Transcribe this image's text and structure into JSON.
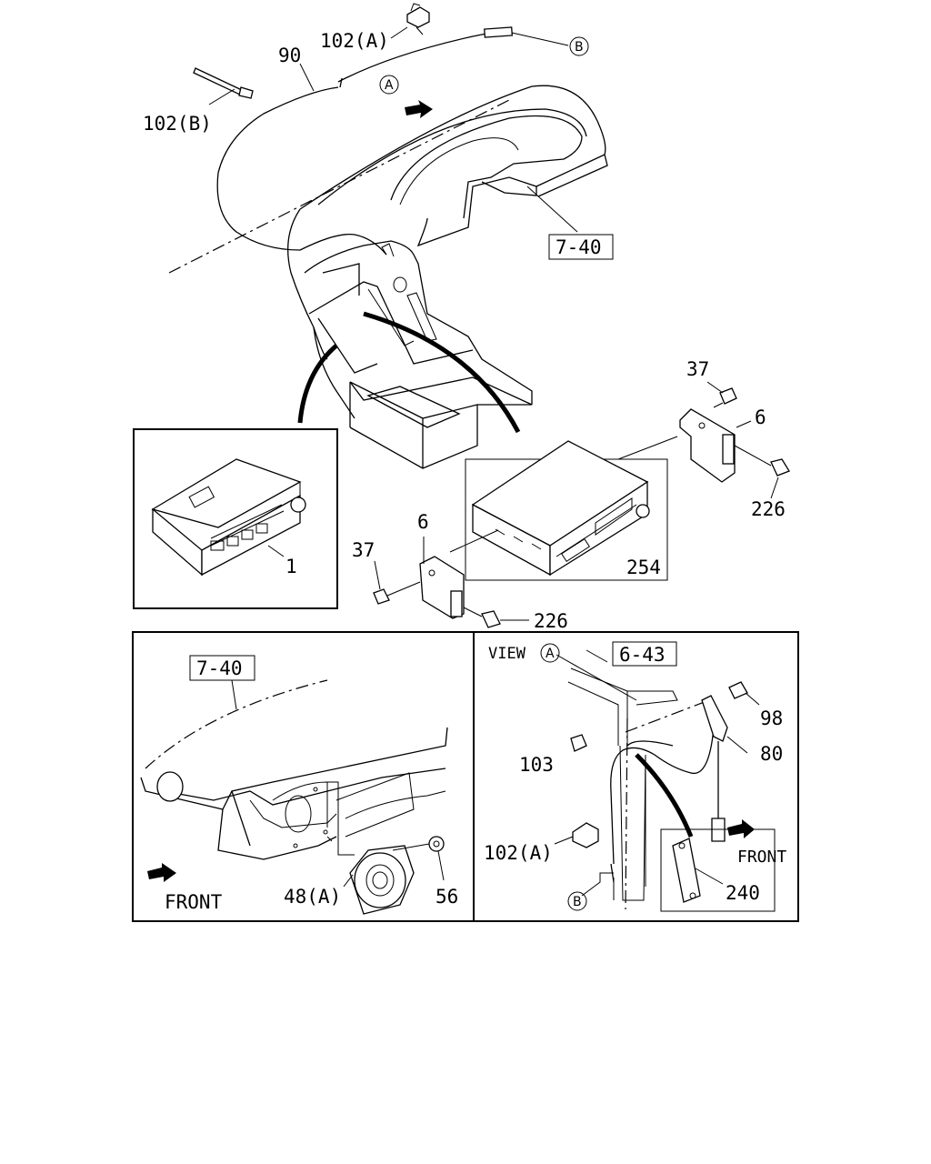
{
  "labels": {
    "p90": "90",
    "p102a_top": "102(A)",
    "p102b": "102(B)",
    "ref_b_top": "B",
    "ref_a_arrow": "A",
    "ref_740_top": "7-40",
    "p37_right": "37",
    "p6_right": "6",
    "p226_right": "226",
    "p1": "1",
    "p6_left": "6",
    "p37_left": "37",
    "p254": "254",
    "p226_left": "226",
    "ref_740_bottom": "7-40",
    "front_left": "FRONT",
    "p48a": "48(A)",
    "p56": "56",
    "view_text": "VIEW",
    "view_a": "A",
    "ref_643": "6-43",
    "p98": "98",
    "p103": "103",
    "p80": "80",
    "p102a_bottom": "102(A)",
    "front_right": "FRONT",
    "ref_b_bottom": "B",
    "p240": "240"
  }
}
